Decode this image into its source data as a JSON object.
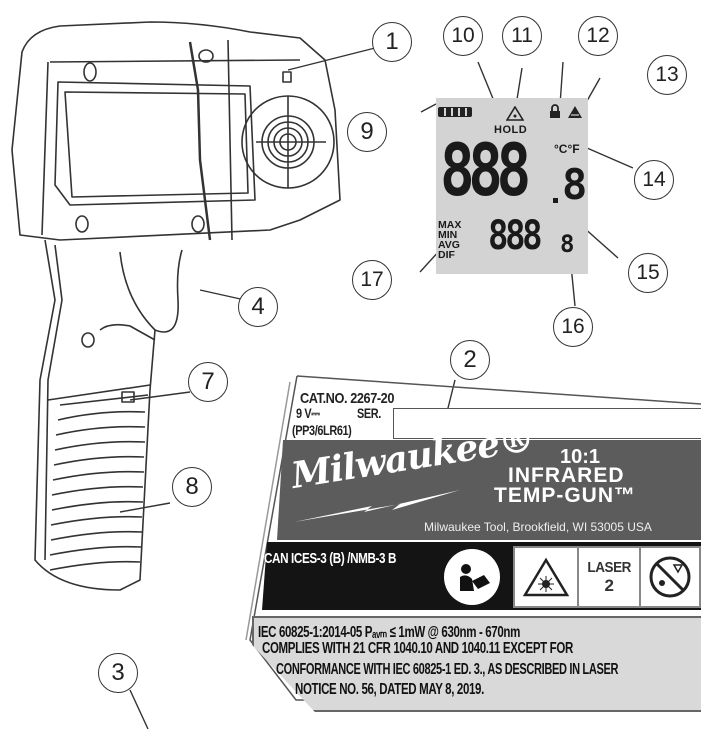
{
  "callouts": [
    {
      "id": "1",
      "label": "1"
    },
    {
      "id": "2",
      "label": "2"
    },
    {
      "id": "3",
      "label": "3"
    },
    {
      "id": "4",
      "label": "4"
    },
    {
      "id": "7",
      "label": "7"
    },
    {
      "id": "8",
      "label": "8"
    },
    {
      "id": "9",
      "label": "9"
    },
    {
      "id": "10",
      "label": "10"
    },
    {
      "id": "11",
      "label": "11"
    },
    {
      "id": "12",
      "label": "12"
    },
    {
      "id": "13",
      "label": "13"
    },
    {
      "id": "14",
      "label": "14"
    },
    {
      "id": "15",
      "label": "15"
    },
    {
      "id": "16",
      "label": "16"
    },
    {
      "id": "17",
      "label": "17"
    }
  ],
  "lcd": {
    "hold": "HOLD",
    "units": "°C°F",
    "main_digits": "888",
    "main_decimal": "8",
    "modes": [
      "MAX",
      "MIN",
      "AVG",
      "DIF"
    ],
    "sub_digits": "888",
    "sub_decimal": "8",
    "battery_icon": "battery-icon",
    "laser_icon": "laser-warning-icon",
    "lock_icon": "lock-icon",
    "backlight_icon": "backlight-icon"
  },
  "nameplate": {
    "cat_no": "CAT.NO. 2267-20",
    "voltage": "9 V⎓",
    "ser": "SER.",
    "battery_type": "(PP3/6LR61)",
    "brand": "Milwaukee®",
    "product_line1": "10:1",
    "product_line2": "INFRARED",
    "product_line3": "TEMP-GUN™",
    "address": "Milwaukee Tool, Brookfield, WI 53005 USA",
    "ices": "CAN ICES-3 (B) /NMB-3 B",
    "laser_label": "LASER",
    "laser_class": "2",
    "compliance": [
      "IEC 60825-1:2014-05  Pₐᵥₘ ≤ 1mW @   630nm - 670nm",
      "COMPLIES WITH 21 CFR 1040.10 AND 1040.11 EXCEPT FOR",
      "CONFORMANCE WITH IEC 60825-1 ED. 3., AS DESCRIBED IN LASER",
      "NOTICE NO. 56, DATED MAY 8, 2019."
    ]
  }
}
